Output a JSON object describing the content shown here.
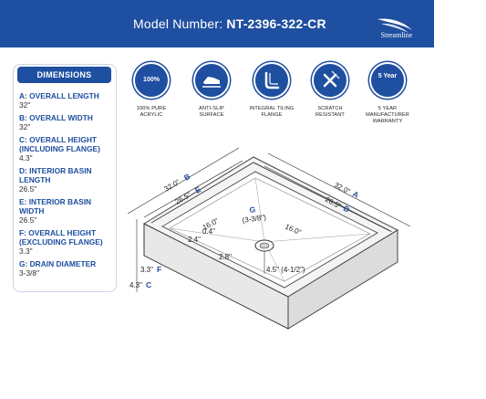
{
  "header": {
    "model_prefix": "Model Number:",
    "model_number": "NT-2396-322-CR",
    "brand": "Streamline"
  },
  "dimensions": {
    "title": "DIMENSIONS",
    "items": [
      {
        "label": "A: OVERALL LENGTH",
        "value": "32\""
      },
      {
        "label": "B: OVERALL WIDTH",
        "value": "32\""
      },
      {
        "label": "C: OVERALL HEIGHT (INCLUDING FLANGE)",
        "value": "4.3\""
      },
      {
        "label": "D: INTERIOR BASIN LENGTH",
        "value": "26.5\""
      },
      {
        "label": "E: INTERIOR BASIN WIDTH",
        "value": "26.5\""
      },
      {
        "label": "F: OVERALL HEIGHT (EXCLUDING FLANGE)",
        "value": "3.3\""
      },
      {
        "label": "G: DRAIN DIAMETER",
        "value": "3-3/8\""
      }
    ]
  },
  "features": [
    {
      "icon": "100-percent-icon",
      "badge": "100%",
      "label_1": "100% PURE",
      "label_2": "ACRYLIC",
      "label_3": ""
    },
    {
      "icon": "shoe-icon",
      "badge": "",
      "label_1": "ANTI-SLIP",
      "label_2": "SURFACE",
      "label_3": ""
    },
    {
      "icon": "flange-icon",
      "badge": "",
      "label_1": "INTEGRAL TILING",
      "label_2": "FLANGE",
      "label_3": ""
    },
    {
      "icon": "scratch-icon",
      "badge": "",
      "label_1": "SCRATCH",
      "label_2": "RESISTANT",
      "label_3": ""
    },
    {
      "icon": "warranty-icon",
      "badge": "5 Year",
      "label_1": "5 YEAR",
      "label_2": "MANUFACTURER",
      "label_3": "WARRANTY"
    }
  ],
  "diagram": {
    "b_value": "32.0\"",
    "b_letter": "B",
    "e_value": "26.5\"",
    "e_letter": "E",
    "a_value": "32.0\"",
    "a_letter": "A",
    "d_value": "26.5\"",
    "d_letter": "D",
    "g_letter": "G",
    "g_value": "(3-3/8\")",
    "left_interior": "16.0\"",
    "right_interior": "16.0\"",
    "inner_04": "0.4\"",
    "inner_24": "2.4\"",
    "inner_28": "2.8\"",
    "drain_offset": "4.5\" (4-1/2\")",
    "f_value": "3.3\"",
    "f_letter": "F",
    "c_value": "4.3\"",
    "c_letter": "C"
  },
  "colors": {
    "brand_blue": "#1f4fa0"
  }
}
